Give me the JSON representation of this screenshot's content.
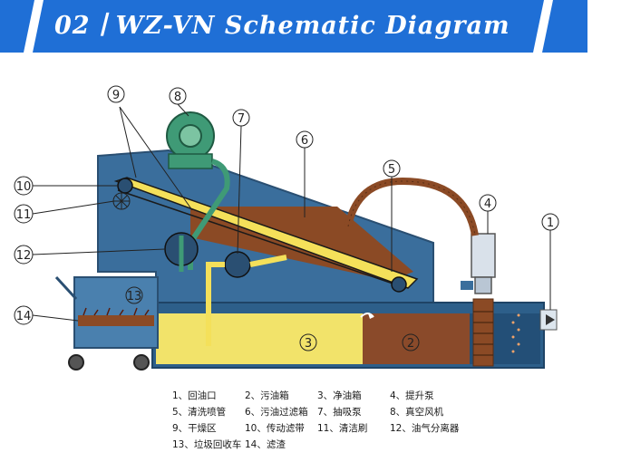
{
  "header": {
    "title": "02丨WZ-VN Schematic Diagram",
    "accent_color": "#1f6fd6"
  },
  "callouts": {
    "c1": "1",
    "c2": "2",
    "c3": "3",
    "c4": "4",
    "c5": "5",
    "c6": "6",
    "c7": "7",
    "c8": "8",
    "c9": "9",
    "c10": "10",
    "c11": "11",
    "c12": "12",
    "c13": "13",
    "c14": "14"
  },
  "legend": [
    [
      "1、回油口",
      "2、污油箱",
      "3、净油箱",
      "4、提升泵"
    ],
    [
      "5、清洗喷管",
      "6、污油过滤箱",
      "7、抽吸泵",
      "8、真空风机"
    ],
    [
      "9、干燥区",
      "10、传动滤带",
      "11、清洁刷",
      "12、油气分离器"
    ],
    [
      "13、垃圾回收车",
      "14、滤渣"
    ]
  ],
  "colors": {
    "machine_body": "#3a6e9c",
    "clean_oil": "#f2e36a",
    "dirty_oil": "#8a4a2a",
    "pipe_brown": "#8b4a25",
    "belt_yellow": "#f4e05a",
    "fan_green": "#3f9a76"
  }
}
